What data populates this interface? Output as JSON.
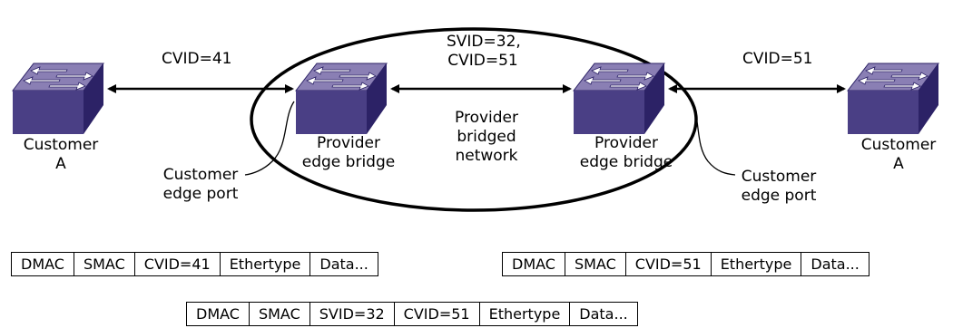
{
  "labels": {
    "cvid_left": "CVID=41",
    "svid_cvid_line1": "SVID=32,",
    "svid_cvid_line2": "CVID=51",
    "cvid_right": "CVID=51",
    "customer_left_line1": "Customer",
    "customer_left_line2": "A",
    "customer_right_line1": "Customer",
    "customer_right_line2": "A",
    "peb_left_line1": "Provider",
    "peb_left_line2": "edge bridge",
    "peb_right_line1": "Provider",
    "peb_right_line2": "edge bridge",
    "pbn_line1": "Provider",
    "pbn_line2": "bridged",
    "pbn_line3": "network",
    "cep_left_line1": "Customer",
    "cep_left_line2": "edge port",
    "cep_right_line1": "Customer",
    "cep_right_line2": "edge port"
  },
  "frames": {
    "left": [
      "DMAC",
      "SMAC",
      "CVID=41",
      "Ethertype",
      "Data..."
    ],
    "right": [
      "DMAC",
      "SMAC",
      "CVID=51",
      "Ethertype",
      "Data..."
    ],
    "bottom": [
      "DMAC",
      "SMAC",
      "SVID=32",
      "CVID=51",
      "Ethertype",
      "Data..."
    ]
  },
  "colors": {
    "switch_top": "#8a7fb4",
    "switch_front": "#4a3f85",
    "switch_side": "#2c2266",
    "arrow_fill": "#ffffff"
  }
}
